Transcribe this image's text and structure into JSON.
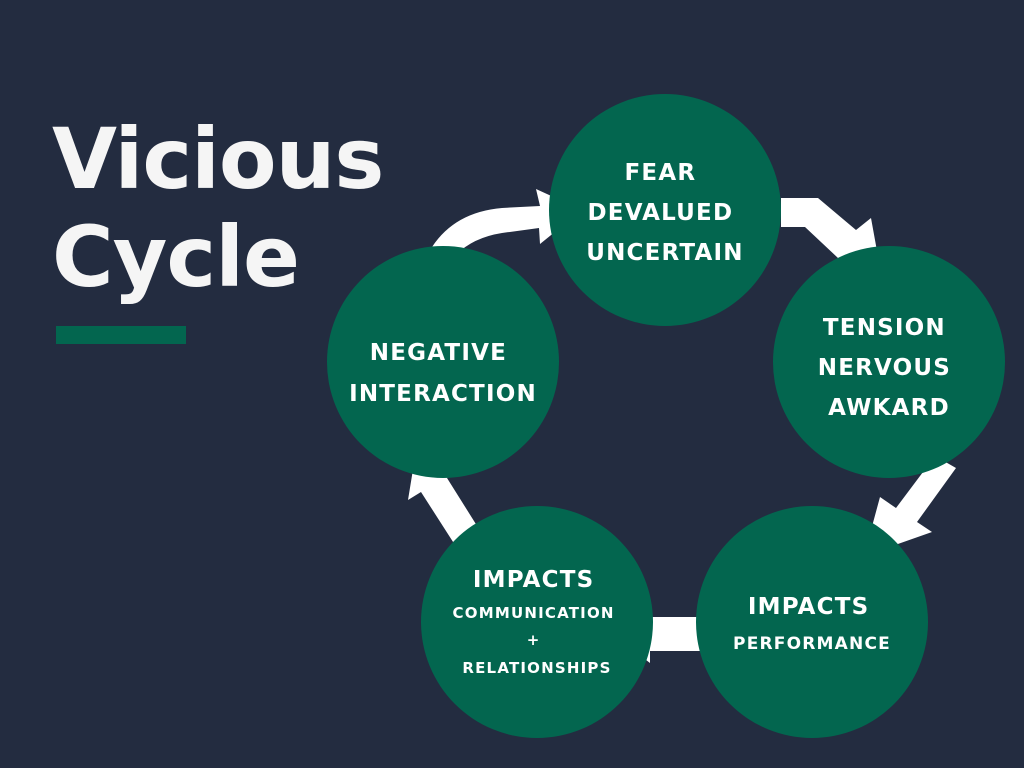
{
  "title": {
    "line1": "Vicious",
    "line2": "Cycle"
  },
  "colors": {
    "background": "#232c40",
    "circle": "#03664f",
    "accent": "#03664f",
    "arrow": "#ffffff",
    "text": "#ffffff",
    "title": "#f5f5f5"
  },
  "nodes": [
    {
      "id": "fear",
      "lines": [
        "FEAR",
        "DEVALUED",
        "UNCERTAIN"
      ]
    },
    {
      "id": "tension",
      "lines": [
        "TENSION",
        "NERVOUS",
        "AWKARD"
      ]
    },
    {
      "id": "impacts-performance",
      "heading": "IMPACTS",
      "lines": [
        "PERFORMANCE"
      ]
    },
    {
      "id": "impacts-communication",
      "heading": "IMPACTS",
      "lines": [
        "COMMUNICATION",
        "+",
        "RELATIONSHIPS"
      ]
    },
    {
      "id": "negative-interaction",
      "lines": [
        "NEGATIVE",
        "INTERACTION"
      ]
    }
  ],
  "flow": [
    {
      "from": "negative-interaction",
      "to": "fear"
    },
    {
      "from": "fear",
      "to": "tension"
    },
    {
      "from": "tension",
      "to": "impacts-performance"
    },
    {
      "from": "impacts-performance",
      "to": "impacts-communication"
    },
    {
      "from": "impacts-communication",
      "to": "negative-interaction"
    }
  ]
}
